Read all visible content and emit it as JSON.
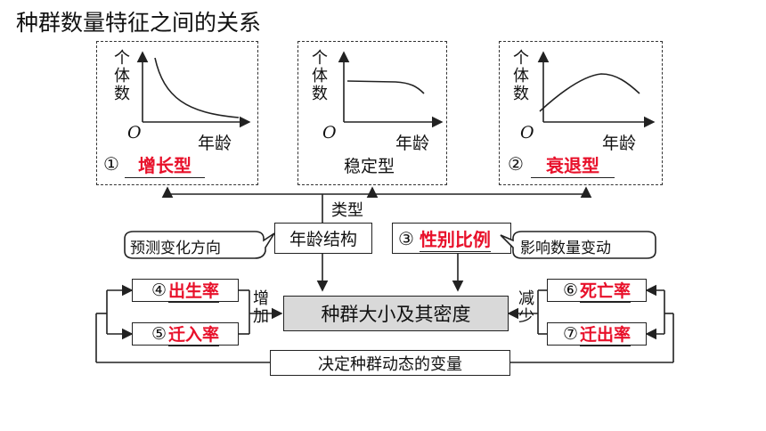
{
  "title": "种群数量特征之间的关系",
  "graphs": {
    "y_axis_label": [
      "个",
      "体",
      "数"
    ],
    "x_axis_label": "年龄",
    "origin": "O"
  },
  "age_types": {
    "left": {
      "num": "①",
      "answer": "增长型"
    },
    "middle": {
      "label": "稳定型"
    },
    "right": {
      "num": "②",
      "answer": "衰退型"
    }
  },
  "center": {
    "type_label": "类型",
    "age_structure": "年龄结构",
    "predict": "预测变化方向",
    "sex_ratio": {
      "num": "③",
      "answer": "性别比例"
    },
    "affect": "影响数量变动",
    "main": "种群大小及其密度",
    "increase": [
      "增",
      "加"
    ],
    "decrease": [
      "减",
      "少"
    ],
    "bottom": "决定种群动态的变量"
  },
  "rates": {
    "birth": {
      "num": "④",
      "answer": "出生率"
    },
    "immigration": {
      "num": "⑤",
      "answer": "迁入率"
    },
    "death": {
      "num": "⑥",
      "answer": "死亡率"
    },
    "emigration": {
      "num": "⑦",
      "answer": "迁出率"
    }
  },
  "colors": {
    "answer": "#e8102a",
    "main_box": "#d9d9d9",
    "line": "#222222"
  }
}
